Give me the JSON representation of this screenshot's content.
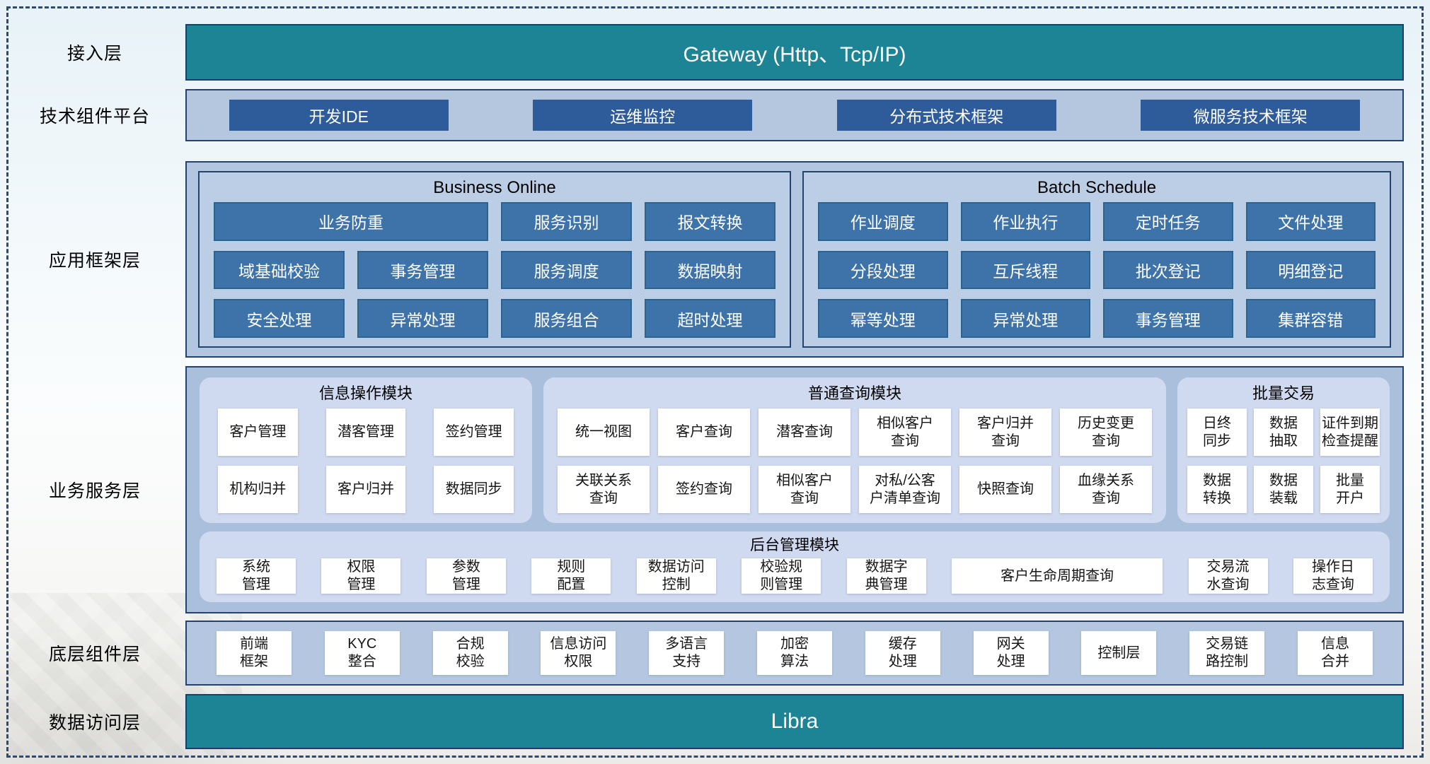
{
  "access_layer": {
    "label": "接入层",
    "gateway_title": "Gateway (Http、Tcp/IP)"
  },
  "tech_platform": {
    "label": "技术组件平台",
    "items": [
      "开发IDE",
      "运维监控",
      "分布式技术框架",
      "微服务技术框架"
    ]
  },
  "app_framework": {
    "label": "应用框架层",
    "business_online": {
      "title": "Business Online",
      "rows": [
        [
          "业务防重",
          "服务识别",
          "报文转换"
        ],
        [
          "域基础校验",
          "事务管理",
          "服务调度",
          "数据映射"
        ],
        [
          "安全处理",
          "异常处理",
          "服务组合",
          "超时处理"
        ]
      ]
    },
    "batch_schedule": {
      "title": "Batch Schedule",
      "rows": [
        [
          "作业调度",
          "作业执行",
          "定时任务",
          "文件处理"
        ],
        [
          "分段处理",
          "互斥线程",
          "批次登记",
          "明细登记"
        ],
        [
          "幂等处理",
          "异常处理",
          "事务管理",
          "集群容错"
        ]
      ]
    }
  },
  "business_service": {
    "label": "业务服务层",
    "info_module": {
      "title": "信息操作模块",
      "rows": [
        [
          "客户管理",
          "潜客管理",
          "签约管理"
        ],
        [
          "机构归并",
          "客户归并",
          "数据同步"
        ]
      ]
    },
    "query_module": {
      "title": "普通查询模块",
      "rows": [
        [
          "统一视图",
          "客户查询",
          "潜客查询",
          "相似客户\n查询",
          "客户归并\n查询",
          "历史变更\n查询"
        ],
        [
          "关联关系\n查询",
          "签约查询",
          "相似客户\n查询",
          "对私/公客\n户清单查询",
          "快照查询",
          "血缘关系\n查询"
        ]
      ]
    },
    "batch_module": {
      "title": "批量交易",
      "rows": [
        [
          "日终\n同步",
          "数据\n抽取",
          "证件到期\n检查提醒"
        ],
        [
          "数据\n转换",
          "数据\n装载",
          "批量\n开户"
        ]
      ]
    },
    "admin_module": {
      "title": "后台管理模块",
      "items": [
        "系统\n管理",
        "权限\n管理",
        "参数\n管理",
        "规则\n配置",
        "数据访问\n控制",
        "校验规\n则管理",
        "数据字\n典管理",
        "客户生命周期查询",
        "交易流\n水查询",
        "操作日\n志查询"
      ]
    }
  },
  "base_components": {
    "label": "底层组件层",
    "items": [
      "前端\n框架",
      "KYC\n整合",
      "合规\n校验",
      "信息访问\n权限",
      "多语言\n支持",
      "加密\n算法",
      "缓存\n处理",
      "网关\n处理",
      "控制层",
      "交易链\n路控制",
      "信息\n合并"
    ]
  },
  "data_access": {
    "label": "数据访问层",
    "bar_title": "Libra"
  },
  "colors": {
    "teal": "#1D8496",
    "navy_border": "#24426E",
    "dark_blue_button": "#2E5B9A",
    "steel_blue_button": "#3E73A9",
    "container_blue": "#B5C7DE",
    "panel_periwinkle": "#CFD9EF",
    "white_button": "#FFFFFF"
  }
}
